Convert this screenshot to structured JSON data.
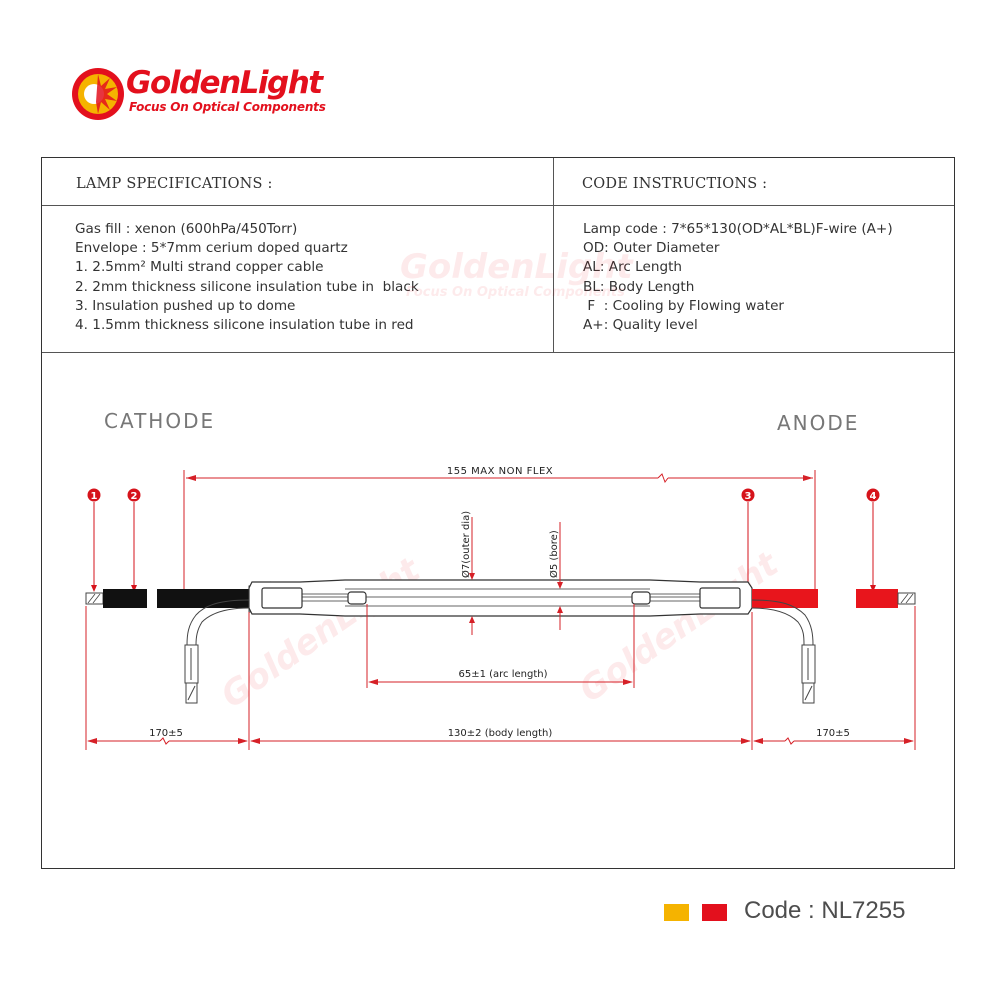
{
  "brand": {
    "name": "GoldenLight",
    "tagline": "Focus On Optical Components",
    "watermark_name": "GoldenLight",
    "watermark_tagline": "Focus On Optical Components",
    "colors": {
      "red": "#e3101d",
      "yellow": "#f5b300"
    }
  },
  "specs": {
    "header": "LAMP SPECIFICATIONS :",
    "lines": [
      "Gas fill : xenon (600hPa/450Torr)",
      "Envelope : 5*7mm cerium doped quartz",
      "1. 2.5mm² Multi strand copper cable",
      "2. 2mm thickness silicone insulation tube in  black",
      "3. Insulation pushed up to dome",
      "4. 1.5mm thickness silicone insulation tube in red"
    ]
  },
  "code_instructions": {
    "header": "CODE INSTRUCTIONS :",
    "lines": [
      "Lamp code : 7*65*130(OD*AL*BL)F-wire (A+)",
      "OD: Outer Diameter",
      "AL: Arc Length",
      "BL: Body Length",
      " F  : Cooling by Flowing water",
      "A+: Quality level"
    ]
  },
  "diagram": {
    "cathode_label": "CATHODE",
    "anode_label": "ANODE",
    "max_non_flex": "155 MAX NON FLEX",
    "outer_dia": "Ø7(outer dia)",
    "bore": "Ø5 (bore)",
    "arc_length": "65±1 (arc length)",
    "body_length": "130±2 (body length)",
    "lead_left": "170±5",
    "lead_right": "170±5",
    "callouts": [
      "1",
      "2",
      "3",
      "4"
    ],
    "colors": {
      "black_tube": "#111111",
      "red_tube": "#e8151c",
      "callout": "#d6131b",
      "dimension": "#d62027"
    }
  },
  "code": {
    "label": "Code : NL7255",
    "swatches": [
      "#f5b300",
      "#e3101d"
    ]
  }
}
